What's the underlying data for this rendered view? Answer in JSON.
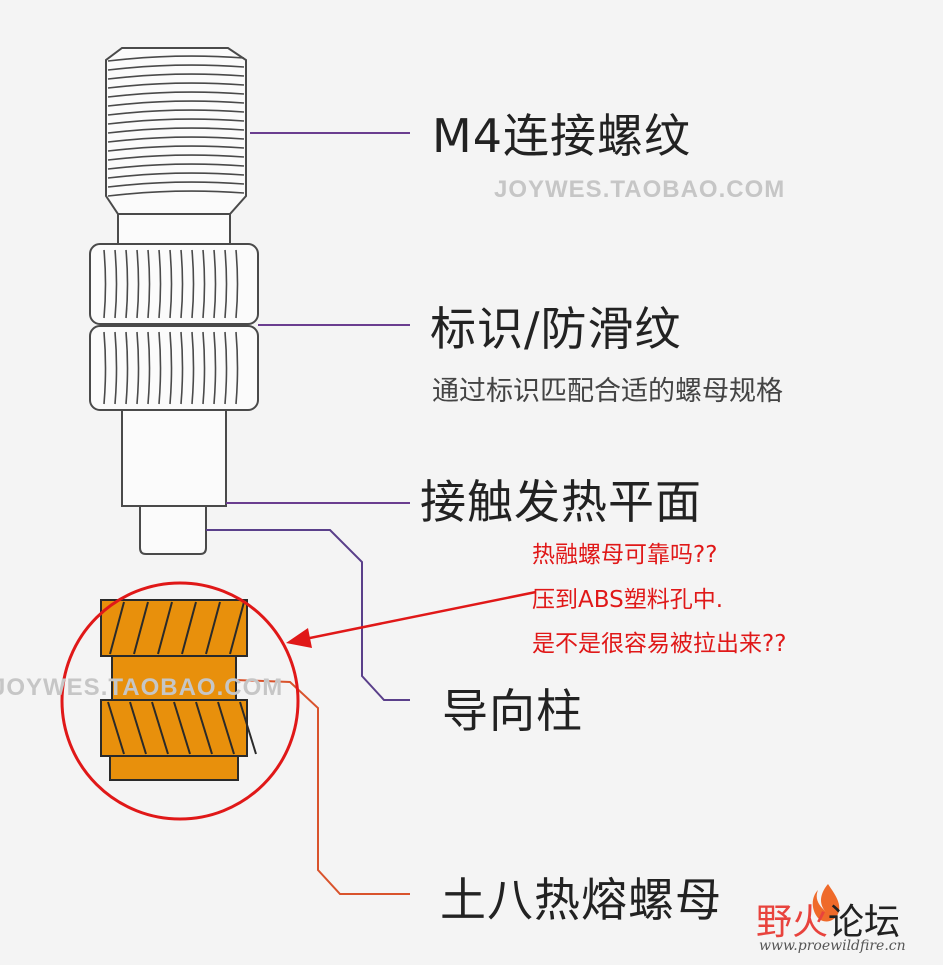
{
  "labels": {
    "m4_thread": "M4连接螺纹",
    "knurl": "标识/防滑纹",
    "knurl_sub": "通过标识匹配合适的螺母规格",
    "contact_face": "接触发热平面",
    "guide_post": "导向柱",
    "heat_nut": "土八热熔螺母"
  },
  "watermarks": {
    "top": "JOYWES.TAOBAO.COM",
    "left": "JOYWES.TAOBAO.COM"
  },
  "annotation": {
    "line1": "热融螺母可靠吗??",
    "line2": "压到ABS塑料孔中.",
    "line3": "是不是很容易被拉出来??"
  },
  "forum_logo": {
    "name_part1": "野火",
    "name_part2": "论坛",
    "url": "www.proewildfire.cn"
  },
  "colors": {
    "nut_fill": "#e8900c",
    "callout_purple": "#6a3d8f",
    "callout_orange": "#d9532c",
    "annotation_red": "#e01818",
    "line_art": "#4a4a4a"
  }
}
